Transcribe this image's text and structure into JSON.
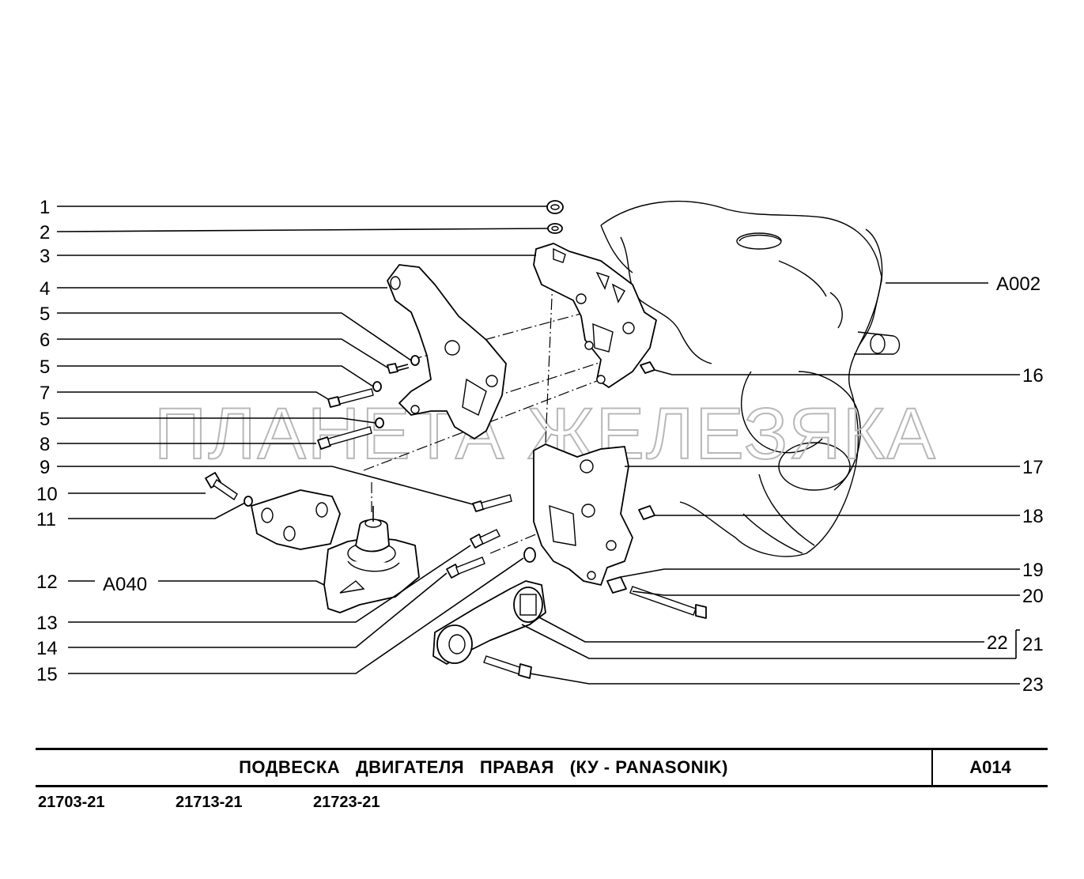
{
  "callouts": {
    "n1": "1",
    "n2": "2",
    "n3": "3",
    "n4": "4",
    "n5a": "5",
    "n6": "6",
    "n5b": "5",
    "n7": "7",
    "n5c": "5",
    "n8": "8",
    "n9": "9",
    "n10": "10",
    "n11": "11",
    "n12": "12",
    "n13": "13",
    "n14": "14",
    "n15": "15",
    "n16": "16",
    "n17": "17",
    "n18": "18",
    "n19": "19",
    "n20": "20",
    "n21": "21",
    "n22": "22",
    "n23": "23"
  },
  "references": {
    "engine_ref": "A002",
    "mount_ref": "A040"
  },
  "watermark": "ПЛАНЕТА ЖЕЛЕЗЯКА",
  "title": {
    "text": "ПОДВЕСКА   ДВИГАТЕЛЯ   ПРАВАЯ   (КУ - PANASONIK)",
    "code": "A014"
  },
  "models": [
    "21703-21",
    "21713-21",
    "21723-21"
  ]
}
